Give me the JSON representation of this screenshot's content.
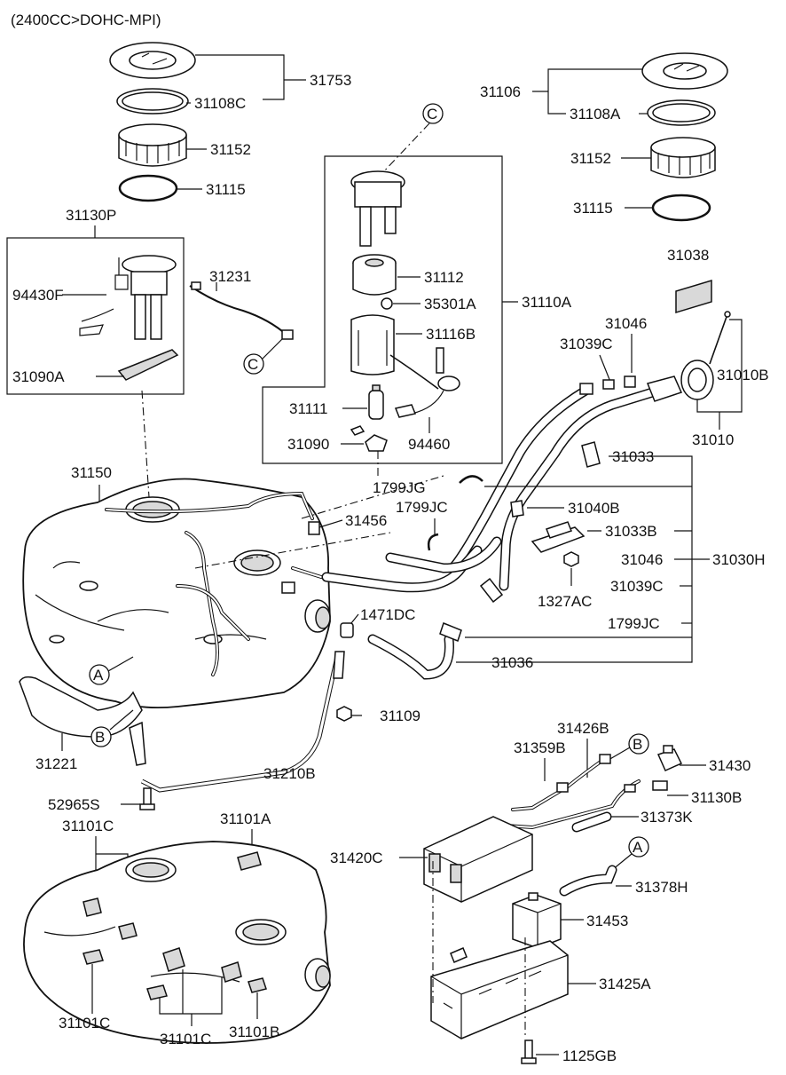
{
  "header": {
    "engine_spec": "(2400CC>DOHC-MPI)"
  },
  "parts": {
    "p31753": "31753",
    "p31108C": "31108C",
    "p31152_left": "31152",
    "p31115_left": "31115",
    "p31130P": "31130P",
    "p94430F": "94430F",
    "p31231": "31231",
    "p31090A": "31090A",
    "p31106": "31106",
    "p31108A": "31108A",
    "p31152_right": "31152",
    "p31115_right": "31115",
    "p31038": "31038",
    "p31046_top": "31046",
    "p31039C_top": "31039C",
    "p31010B": "31010B",
    "p31010": "31010",
    "p31112": "31112",
    "p35301A": "35301A",
    "p31110A": "31110A",
    "p31116B": "31116B",
    "p31111": "31111",
    "p94460": "94460",
    "p31090": "31090",
    "p31033": "31033",
    "p1799JG": "1799JG",
    "p31150": "31150",
    "p31456": "31456",
    "p1799JC_top": "1799JC",
    "p31040B": "31040B",
    "p31033B": "31033B",
    "p31046_mid": "31046",
    "p31030H": "31030H",
    "p31039C_mid": "31039C",
    "p1327AC": "1327AC",
    "p1471DC": "1471DC",
    "p1799JC_mid": "1799JC",
    "p31036": "31036",
    "p31109": "31109",
    "p31221": "31221",
    "p31210B": "31210B",
    "p52965S": "52965S",
    "p31101C_top": "31101C",
    "p31101A": "31101A",
    "p31426B": "31426B",
    "p31359B": "31359B",
    "p31430": "31430",
    "p31130B": "31130B",
    "p31373K": "31373K",
    "p31420C": "31420C",
    "p31378H": "31378H",
    "p31453": "31453",
    "p31425A": "31425A",
    "p31101C_bl": "31101C",
    "p31101C_bm": "31101C",
    "p31101B": "31101B",
    "p1125GB": "1125GB"
  },
  "refs": {
    "c_top": "C",
    "c_left": "C",
    "a_tank": "A",
    "b_tank": "B",
    "b_canister": "B",
    "a_canister": "A"
  }
}
